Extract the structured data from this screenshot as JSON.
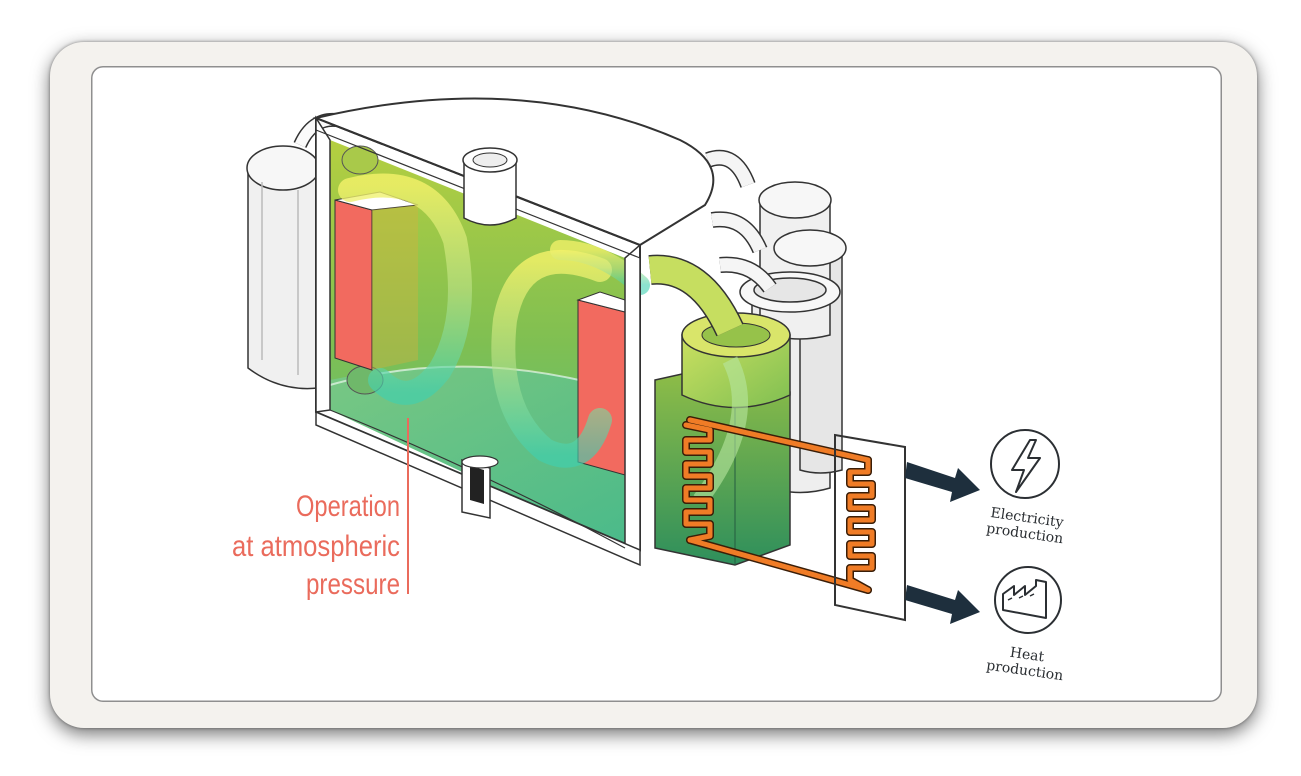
{
  "diagram": {
    "operation_label": [
      "Operation",
      "at atmospheric",
      "pressure"
    ],
    "outputs": [
      {
        "icon": "lightning-bolt-icon",
        "label": [
          "Electricity",
          "production"
        ]
      },
      {
        "icon": "factory-icon",
        "label": [
          "Heat",
          "production"
        ]
      }
    ]
  },
  "colors": {
    "accent_label": "#ea6b5c",
    "coolant_green": "#5cc48a",
    "heat_exchanger_pipe": "#e0701e",
    "core_block": "#f26a5f",
    "arrow": "#1e2f3d"
  }
}
